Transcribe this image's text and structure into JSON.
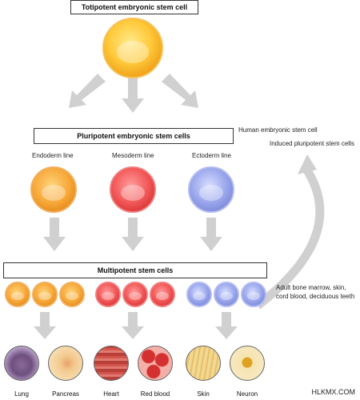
{
  "title_box": "Totipotent embryonic stem cell",
  "pluripotent_box": "Pluripotent embryonic stem cells",
  "multipotent_box": "Multipotent stem cells",
  "side_labels": {
    "human": "Human embryonic stem cell",
    "induced": "Induced pluripotent stem cells",
    "adult": "Adult bone marrow, skin, cord blood, deciduous teeth"
  },
  "lines": {
    "endoderm": "Endoderm line",
    "mesoderm": "Mesoderm line",
    "ectoderm": "Ectoderm line"
  },
  "tissues": {
    "lung": "Lung",
    "pancreas": "Pancreas",
    "heart": "Heart",
    "redblood": "Red blood",
    "skin": "Skin",
    "neuron": "Neuron"
  },
  "watermark": "HLKMX.COM",
  "colors": {
    "arrow": "#d0d0d0",
    "yellow": "#ffc93a",
    "orange": "#f7a93a",
    "red": "#f25858",
    "blue": "#9aa6ec"
  }
}
